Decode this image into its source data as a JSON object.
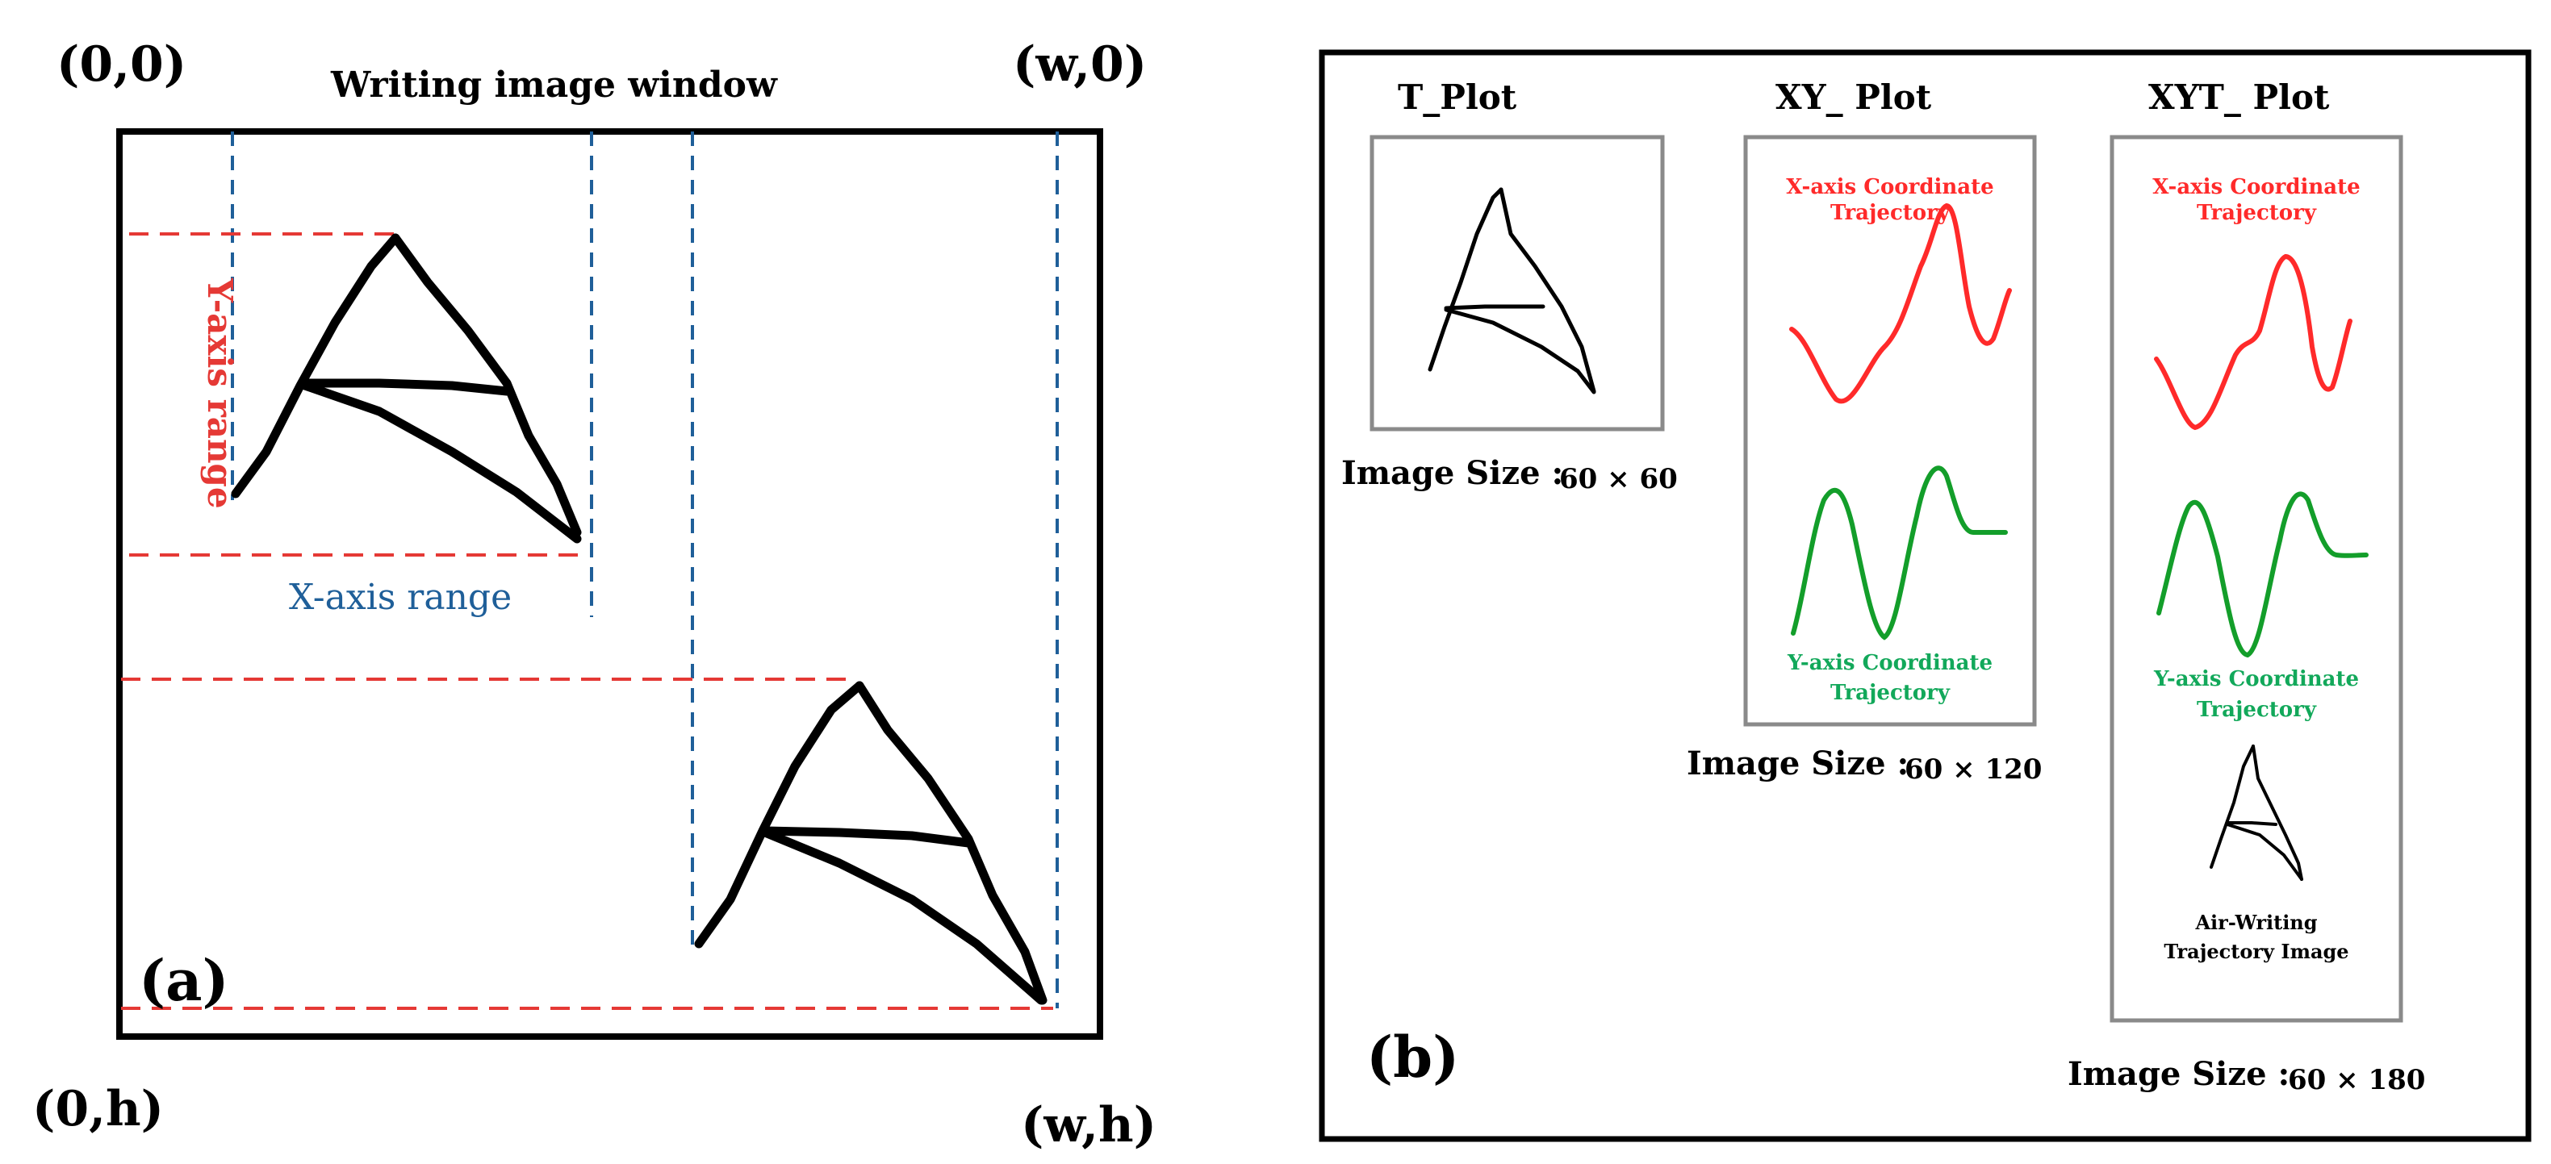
{
  "panel_a": {
    "window_title": "Writing image window",
    "corner_top_left": "(0,0)",
    "corner_top_right": "(w,0)",
    "corner_bottom_left": "(0,h)",
    "corner_bottom_right": "(w,h)",
    "y_axis_label": "Y-axis range",
    "x_axis_label": "X-axis range",
    "panel_label": "(a)",
    "colors": {
      "range_red": "#e53935",
      "range_blue": "#1f5f99",
      "stroke": "#000000"
    }
  },
  "panel_b": {
    "panel_label": "(b)",
    "t_plot": {
      "title": "T_Plot",
      "size_prefix": "Image Size :",
      "size_value": "60 × 60"
    },
    "xy_plot": {
      "title": "XY_ Plot",
      "x_traj_label_1": "X-axis Coordinate",
      "x_traj_label_2": "Trajectory",
      "y_traj_label_1": "Y-axis Coordinate",
      "y_traj_label_2": "Trajectory",
      "size_prefix": "Image Size :",
      "size_value": "60 × 120"
    },
    "xyt_plot": {
      "title": "XYT_ Plot",
      "x_traj_label_1": "X-axis Coordinate",
      "x_traj_label_2": "Trajectory",
      "y_traj_label_1": "Y-axis Coordinate",
      "y_traj_label_2": "Trajectory",
      "air_label_1": "Air-Writing",
      "air_label_2": "Trajectory Image",
      "size_prefix": "Image Size :",
      "size_value": "60 × 180"
    },
    "colors": {
      "x_traj": "#ff2a2a",
      "y_traj": "#139e2a",
      "y_label": "#12a85a",
      "box_border": "#8a8a8a"
    }
  }
}
